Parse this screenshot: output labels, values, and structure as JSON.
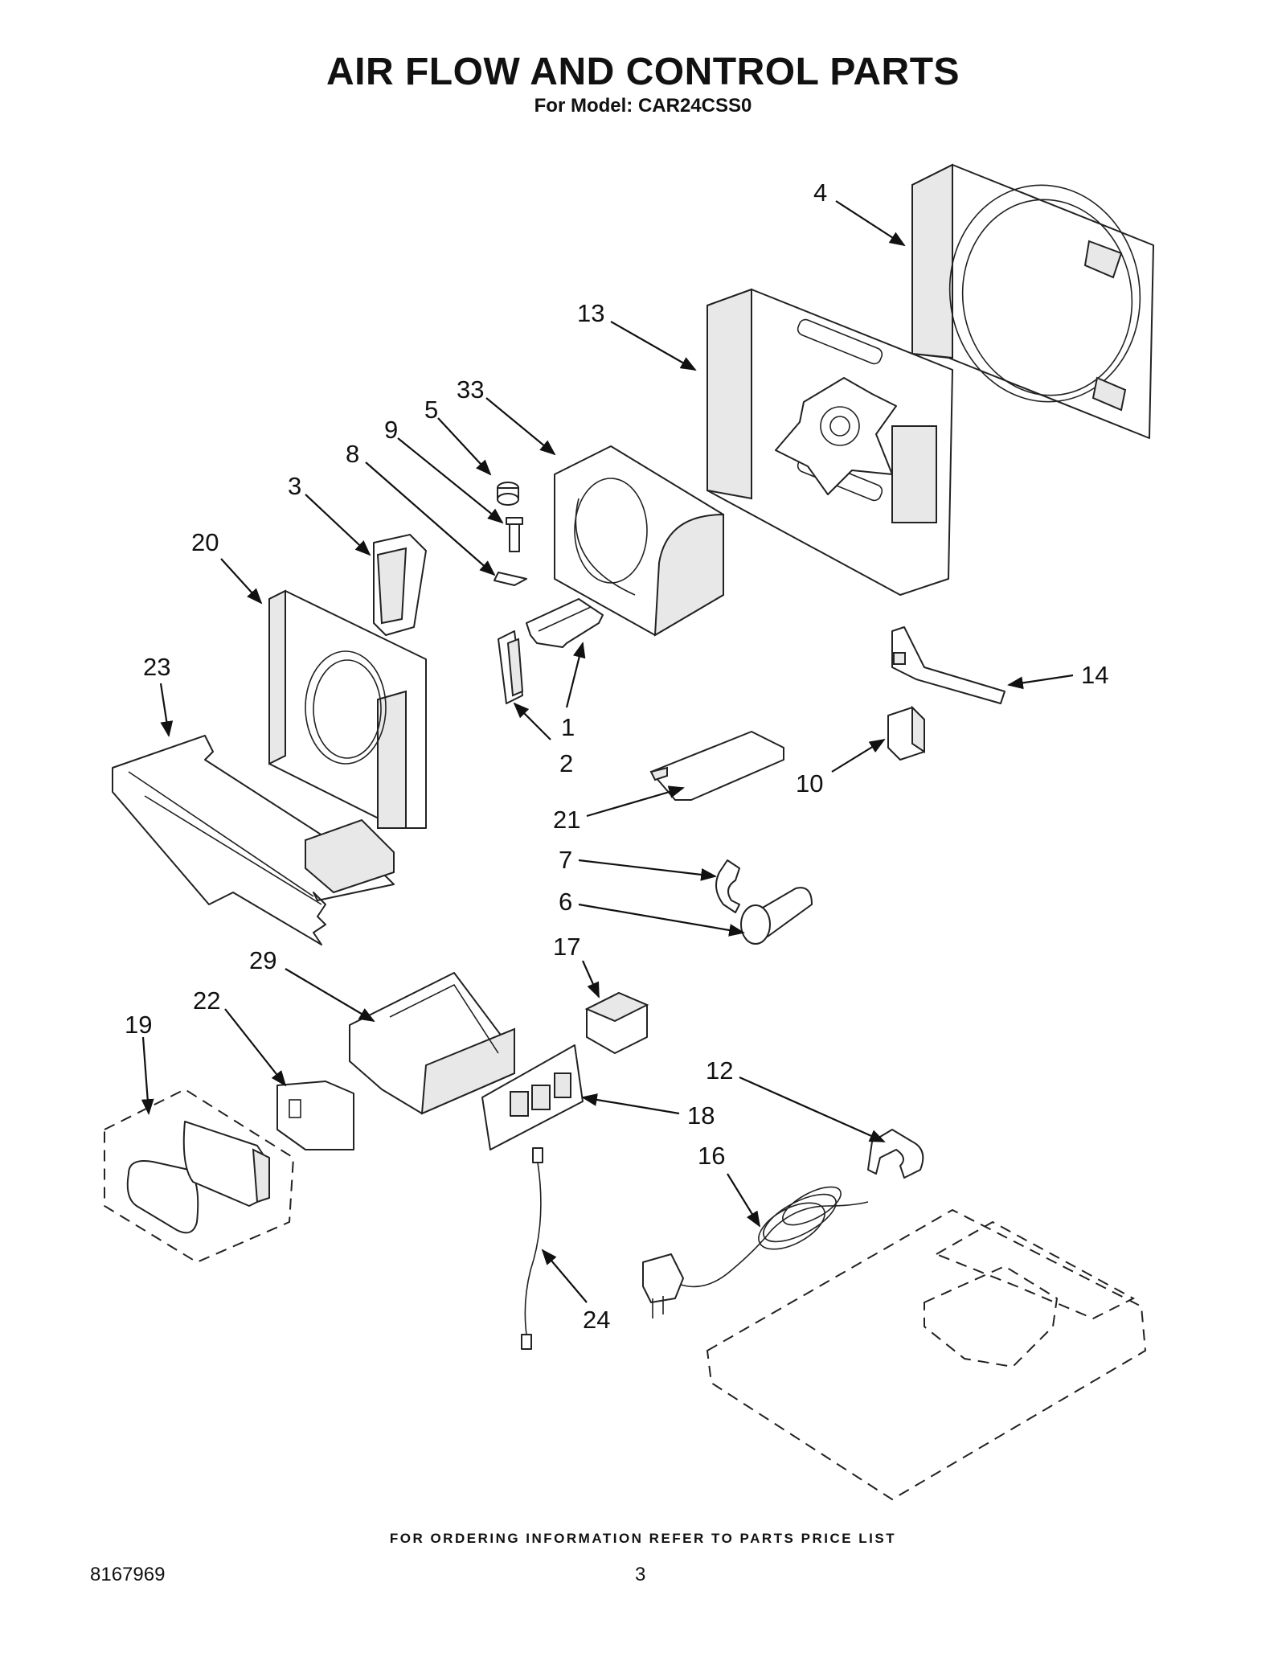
{
  "header": {
    "title": "AIR FLOW AND CONTROL PARTS",
    "subtitle": "For Model: CAR24CSS0"
  },
  "footer": {
    "note": "FOR ORDERING INFORMATION REFER TO PARTS PRICE LIST",
    "doc_number": "8167969",
    "page_number": "3"
  },
  "callouts": [
    "1",
    "2",
    "3",
    "4",
    "5",
    "6",
    "7",
    "8",
    "9",
    "10",
    "12",
    "13",
    "14",
    "16",
    "17",
    "18",
    "19",
    "20",
    "21",
    "22",
    "23",
    "24",
    "29",
    "33"
  ]
}
